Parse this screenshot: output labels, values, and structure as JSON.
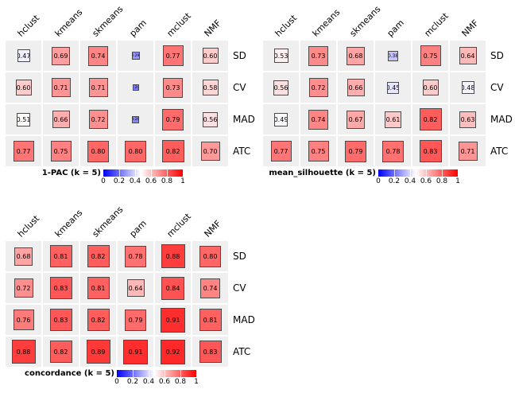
{
  "chart_data": [
    {
      "type": "heatmap",
      "title": "1-PAC (k = 5)",
      "columns": [
        "hclust",
        "kmeans",
        "skmeans",
        "pam",
        "mclust",
        "NMF"
      ],
      "rows": [
        "SD",
        "CV",
        "MAD",
        "ATC"
      ],
      "values": [
        [
          0.47,
          0.69,
          0.74,
          0.29,
          0.77,
          0.6
        ],
        [
          0.6,
          0.71,
          0.71,
          0.24,
          0.73,
          0.58
        ],
        [
          0.51,
          0.66,
          0.72,
          0.26,
          0.79,
          0.56
        ],
        [
          0.77,
          0.75,
          0.8,
          0.8,
          0.82,
          0.7
        ]
      ],
      "legend_ticks": [
        "0",
        "0.2",
        "0.4",
        "0.6",
        "0.8",
        "1"
      ],
      "value_range": [
        0,
        1
      ],
      "size_encodes": "value",
      "colorscale": {
        "min": 0,
        "mid": 0.5,
        "max": 1,
        "low_color": "#0000FF",
        "mid_color": "#FFFFFF",
        "high_color": "#FF0000"
      }
    },
    {
      "type": "heatmap",
      "title": "mean_silhouette (k = 5)",
      "columns": [
        "hclust",
        "kmeans",
        "skmeans",
        "pam",
        "mclust",
        "NMF"
      ],
      "rows": [
        "SD",
        "CV",
        "MAD",
        "ATC"
      ],
      "values": [
        [
          0.53,
          0.73,
          0.68,
          0.38,
          0.75,
          0.64
        ],
        [
          0.56,
          0.72,
          0.66,
          0.45,
          0.6,
          0.48
        ],
        [
          0.49,
          0.74,
          0.67,
          0.61,
          0.82,
          0.63
        ],
        [
          0.77,
          0.75,
          0.79,
          0.78,
          0.83,
          0.71
        ]
      ],
      "legend_ticks": [
        "0",
        "0.2",
        "0.4",
        "0.6",
        "0.8",
        "1"
      ],
      "value_range": [
        0,
        1
      ],
      "size_encodes": "value",
      "colorscale": {
        "min": 0,
        "mid": 0.5,
        "max": 1,
        "low_color": "#0000FF",
        "mid_color": "#FFFFFF",
        "high_color": "#FF0000"
      }
    },
    {
      "type": "heatmap",
      "title": "concordance (k = 5)",
      "columns": [
        "hclust",
        "kmeans",
        "skmeans",
        "pam",
        "mclust",
        "NMF"
      ],
      "rows": [
        "SD",
        "CV",
        "MAD",
        "ATC"
      ],
      "values": [
        [
          0.68,
          0.81,
          0.82,
          0.78,
          0.88,
          0.8
        ],
        [
          0.72,
          0.83,
          0.81,
          0.64,
          0.84,
          0.74
        ],
        [
          0.76,
          0.83,
          0.82,
          0.79,
          0.91,
          0.81
        ],
        [
          0.88,
          0.82,
          0.89,
          0.91,
          0.92,
          0.83
        ]
      ],
      "legend_ticks": [
        "0",
        "0.2",
        "0.4",
        "0.6",
        "0.8",
        "1"
      ],
      "value_range": [
        0,
        1
      ],
      "size_encodes": "value",
      "colorscale": {
        "min": 0,
        "mid": 0.5,
        "max": 1,
        "low_color": "#0000FF",
        "mid_color": "#FFFFFF",
        "high_color": "#FF0000"
      }
    }
  ],
  "colors": {
    "cell_background": "#EFEFEF",
    "box_border": "#4A4A4A",
    "page_background": "#FFFFFF",
    "text": "#000000"
  }
}
